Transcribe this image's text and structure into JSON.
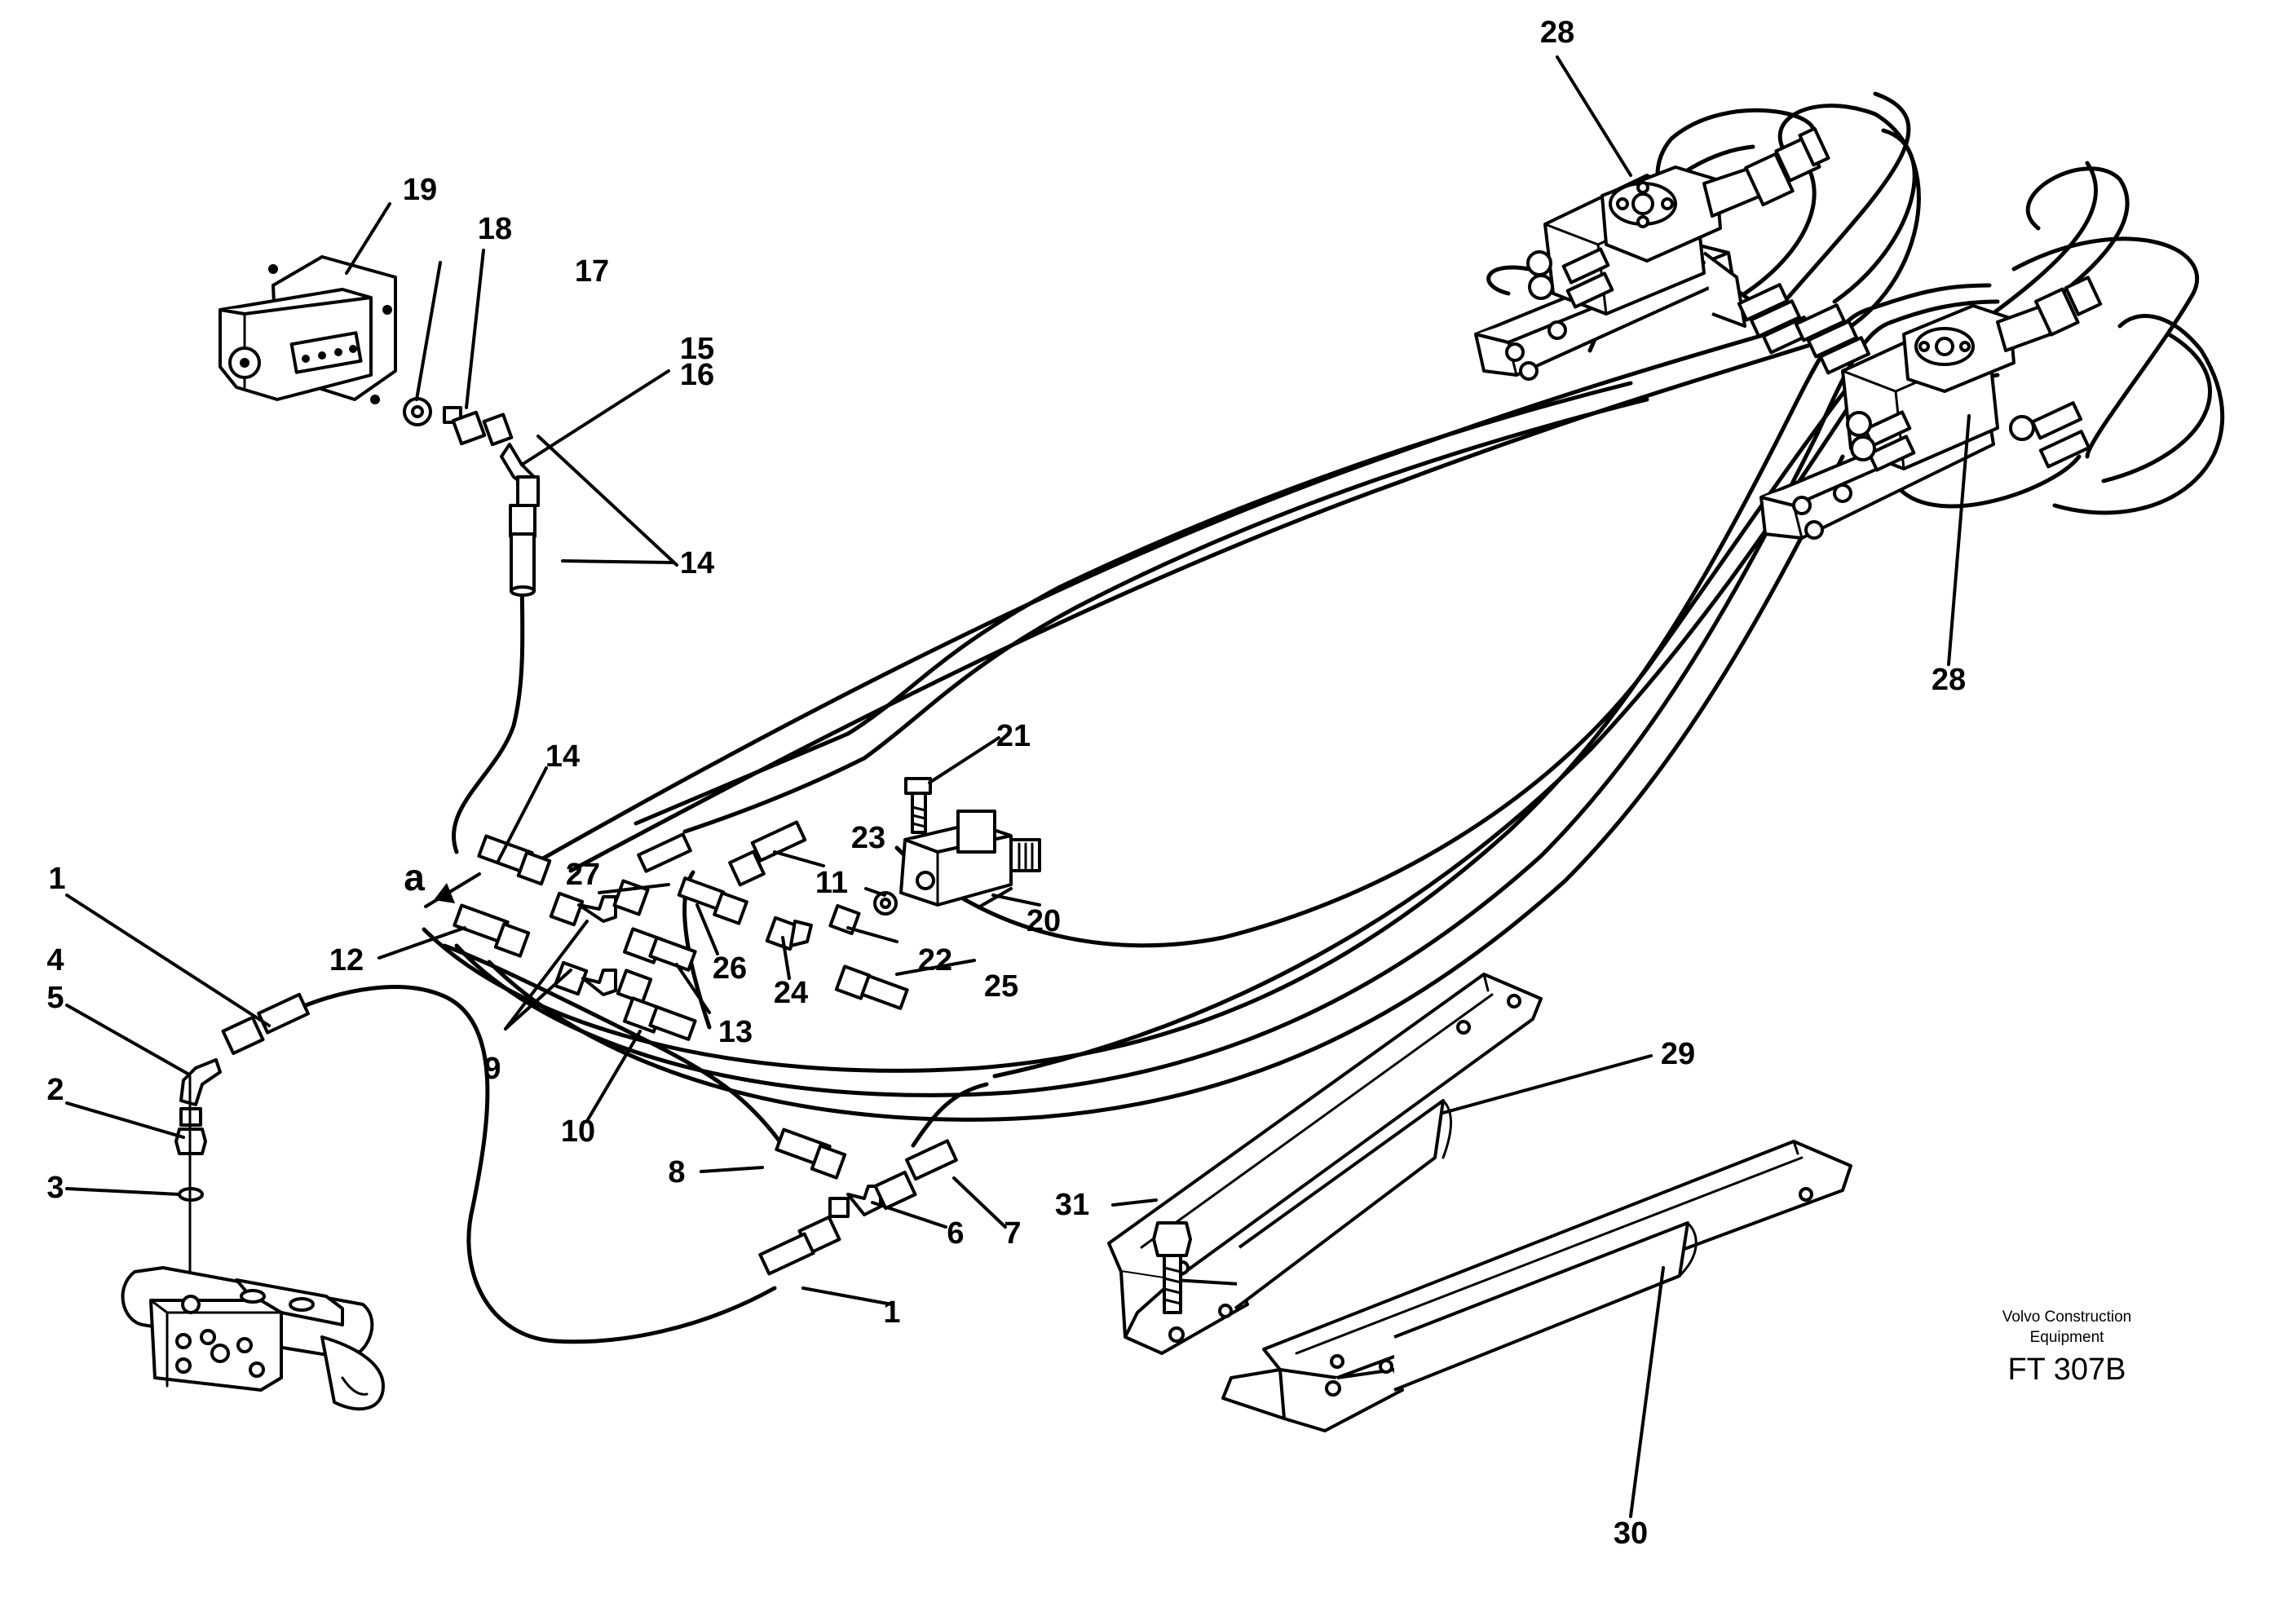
{
  "diagram": {
    "callouts": {
      "c1a": "1",
      "c1b": "1",
      "c2": "2",
      "c3": "3",
      "c4": "4",
      "c5": "5",
      "c6": "6",
      "c7": "7",
      "c8": "8",
      "c9": "9",
      "c10": "10",
      "c11": "11",
      "c12": "12",
      "c13": "13",
      "c14a": "14",
      "c14b": "14",
      "c15": "15",
      "c16": "16",
      "c17": "17",
      "c18": "18",
      "c19": "19",
      "c20": "20",
      "c21": "21",
      "c22": "22",
      "c23": "23",
      "c24": "24",
      "c25": "25",
      "c26": "26",
      "c27": "27",
      "c28a": "28",
      "c28b": "28",
      "c29": "29",
      "c30": "30",
      "c31": "31",
      "ca": "a"
    },
    "footer": {
      "brand_line1": "Volvo Construction",
      "brand_line2": "Equipment",
      "code": "FT 307B"
    }
  }
}
